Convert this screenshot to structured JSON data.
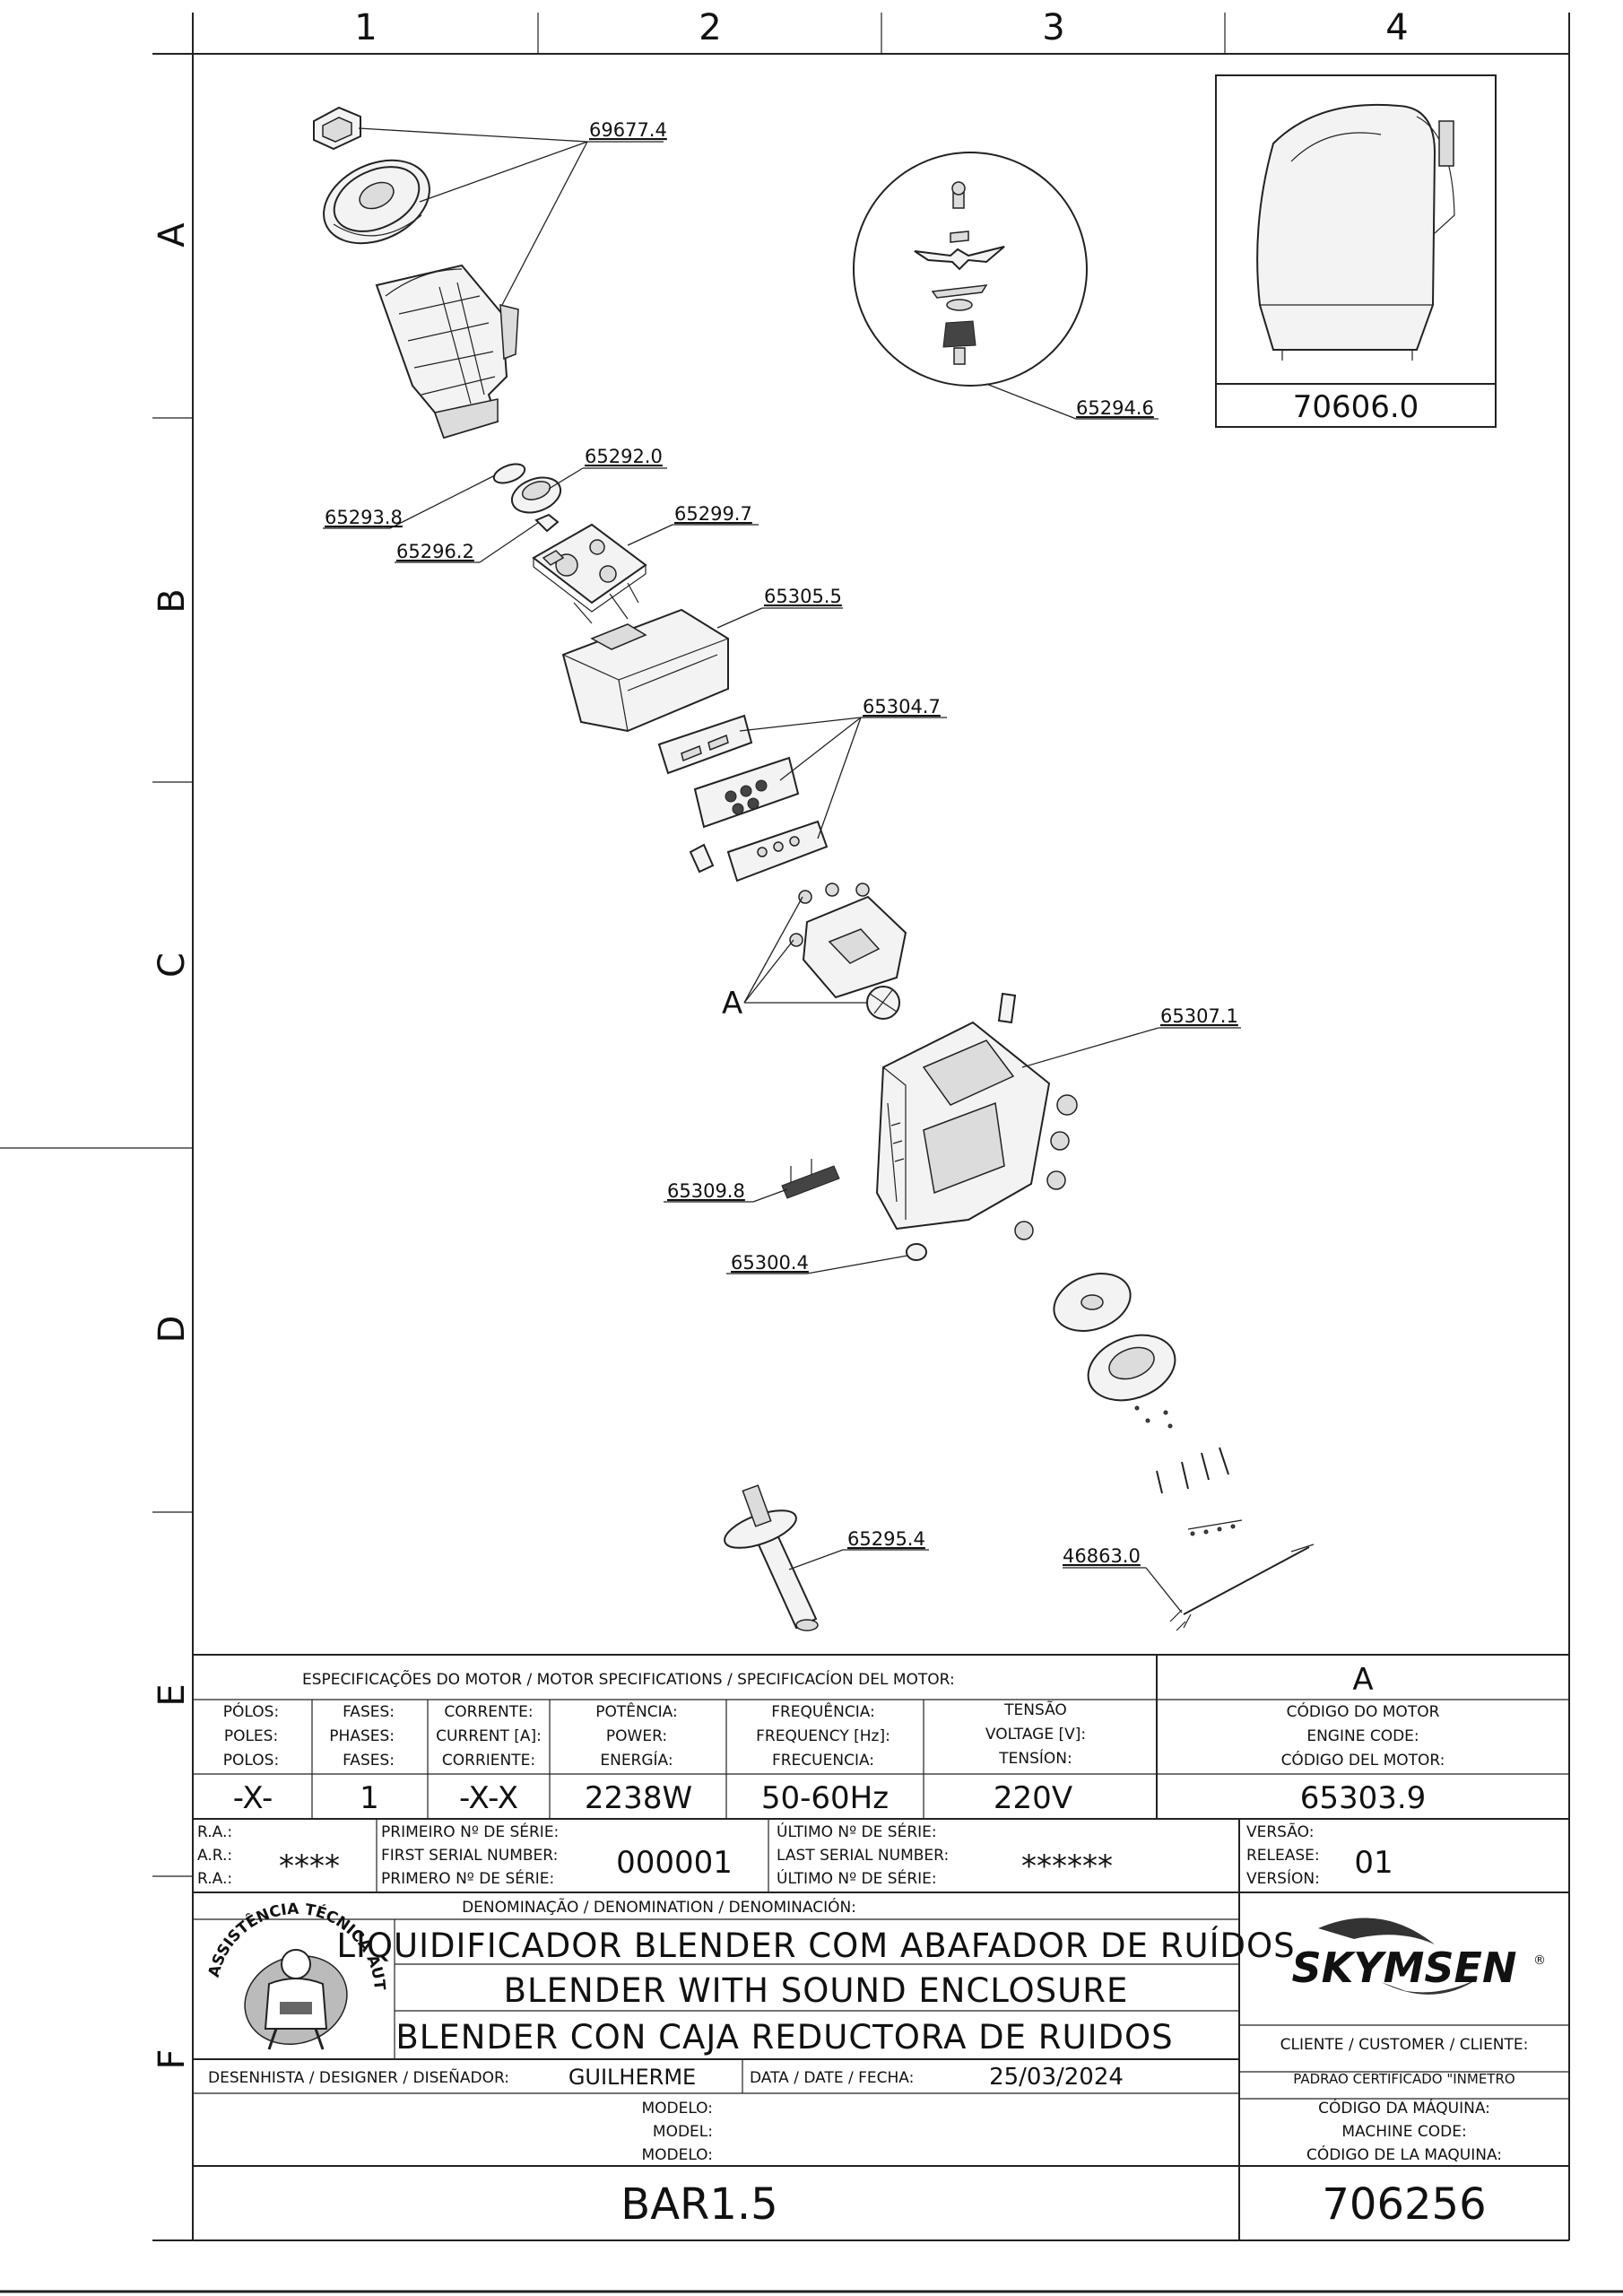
{
  "grid": {
    "columns": [
      "1",
      "2",
      "3",
      "4"
    ],
    "rows": [
      "A",
      "B",
      "C",
      "D",
      "E",
      "F"
    ]
  },
  "callouts": {
    "c69677": "69677.4",
    "c65294": "65294.6",
    "c70606": "70606.0",
    "c65292": "65292.0",
    "c65293": "65293.8",
    "c65299": "65299.7",
    "c65296": "65296.2",
    "c65305": "65305.5",
    "c65304": "65304.7",
    "cA": "A",
    "c65307": "65307.1",
    "c65309": "65309.8",
    "c65300": "65300.4",
    "c65295": "65295.4",
    "c46863": "46863.0"
  },
  "titleblock": {
    "spec_header": "ESPECIFICAÇÕES DO MOTOR / MOTOR SPECIFICATIONS / SPECIFICACÍON DEL MOTOR:",
    "spec_ref": "A",
    "poles": [
      "PÓLOS:",
      "POLES:",
      "POLOS:"
    ],
    "phases": [
      "FASES:",
      "PHASES:",
      "FASES:"
    ],
    "current": [
      "CORRENTE:",
      "CURRENT [A]:",
      "CORRIENTE:"
    ],
    "power": [
      "POTÊNCIA:",
      "POWER:",
      "ENERGÍA:"
    ],
    "frequency": [
      "FREQUÊNCIA:",
      "FREQUENCY [Hz]:",
      "FRECUENCIA:"
    ],
    "voltage": [
      "TENSÃO",
      "VOLTAGE [V]:",
      "TENSÍON:"
    ],
    "engine_code": [
      "CÓDIGO DO MOTOR",
      "ENGINE CODE:",
      "CÓDIGO DEL MOTOR:"
    ],
    "poles_val": "-X-",
    "phases_val": "1",
    "current_val": "-X-X",
    "power_val": "2238W",
    "frequency_val": "50-60Hz",
    "voltage_val": "220V",
    "engine_code_val": "65303.9",
    "ra": [
      "R.A.:",
      "A.R.:",
      "R.A.:"
    ],
    "ra_val": "****",
    "first_serial": [
      "PRIMEIRO Nº DE SÉRIE:",
      "FIRST SERIAL NUMBER:",
      "PRIMERO Nº DE SÉRIE:"
    ],
    "first_serial_val": "000001",
    "last_serial": [
      "ÚLTIMO Nº DE SÉRIE:",
      "LAST SERIAL NUMBER:",
      "ÚLTIMO Nº DE SÉRIE:"
    ],
    "last_serial_val": "******",
    "version": [
      "VERSÃO:",
      "RELEASE:",
      "VERSÍON:"
    ],
    "version_val": "01",
    "denomination_header": "DENOMINAÇÃO / DENOMINATION / DENOMINACIÓN:",
    "name_pt": "LIQUIDIFICADOR BLENDER COM ABAFADOR DE RUÍDOS",
    "name_en": "BLENDER WITH SOUND ENCLOSURE",
    "name_es": "BLENDER CON CAJA REDUCTORA DE RUIDOS",
    "logo_ring_text": "ASSISTÊNCIA TÉCNICA AUTORIZADA",
    "brand": "SKYMSEN",
    "customer_label": "CLIENTE / CUSTOMER / CLIENTE:",
    "designer_label": "DESENHISTA / DESIGNER / DISEÑADOR:",
    "designer_val": "GUILHERME",
    "date_label": "DATA / DATE / FECHA:",
    "date_val": "25/03/2024",
    "standard": "PADRAO CERTIFICADO \"INMETRO",
    "model_label": [
      "MODELO:",
      "MODEL:",
      "MODELO:"
    ],
    "machine_code_label": [
      "CÓDIGO DA MÁQUINA:",
      "MACHINE CODE:",
      "CÓDIGO DE LA MAQUINA:"
    ],
    "model_val": "BAR1.5",
    "machine_code_val": "706256"
  }
}
